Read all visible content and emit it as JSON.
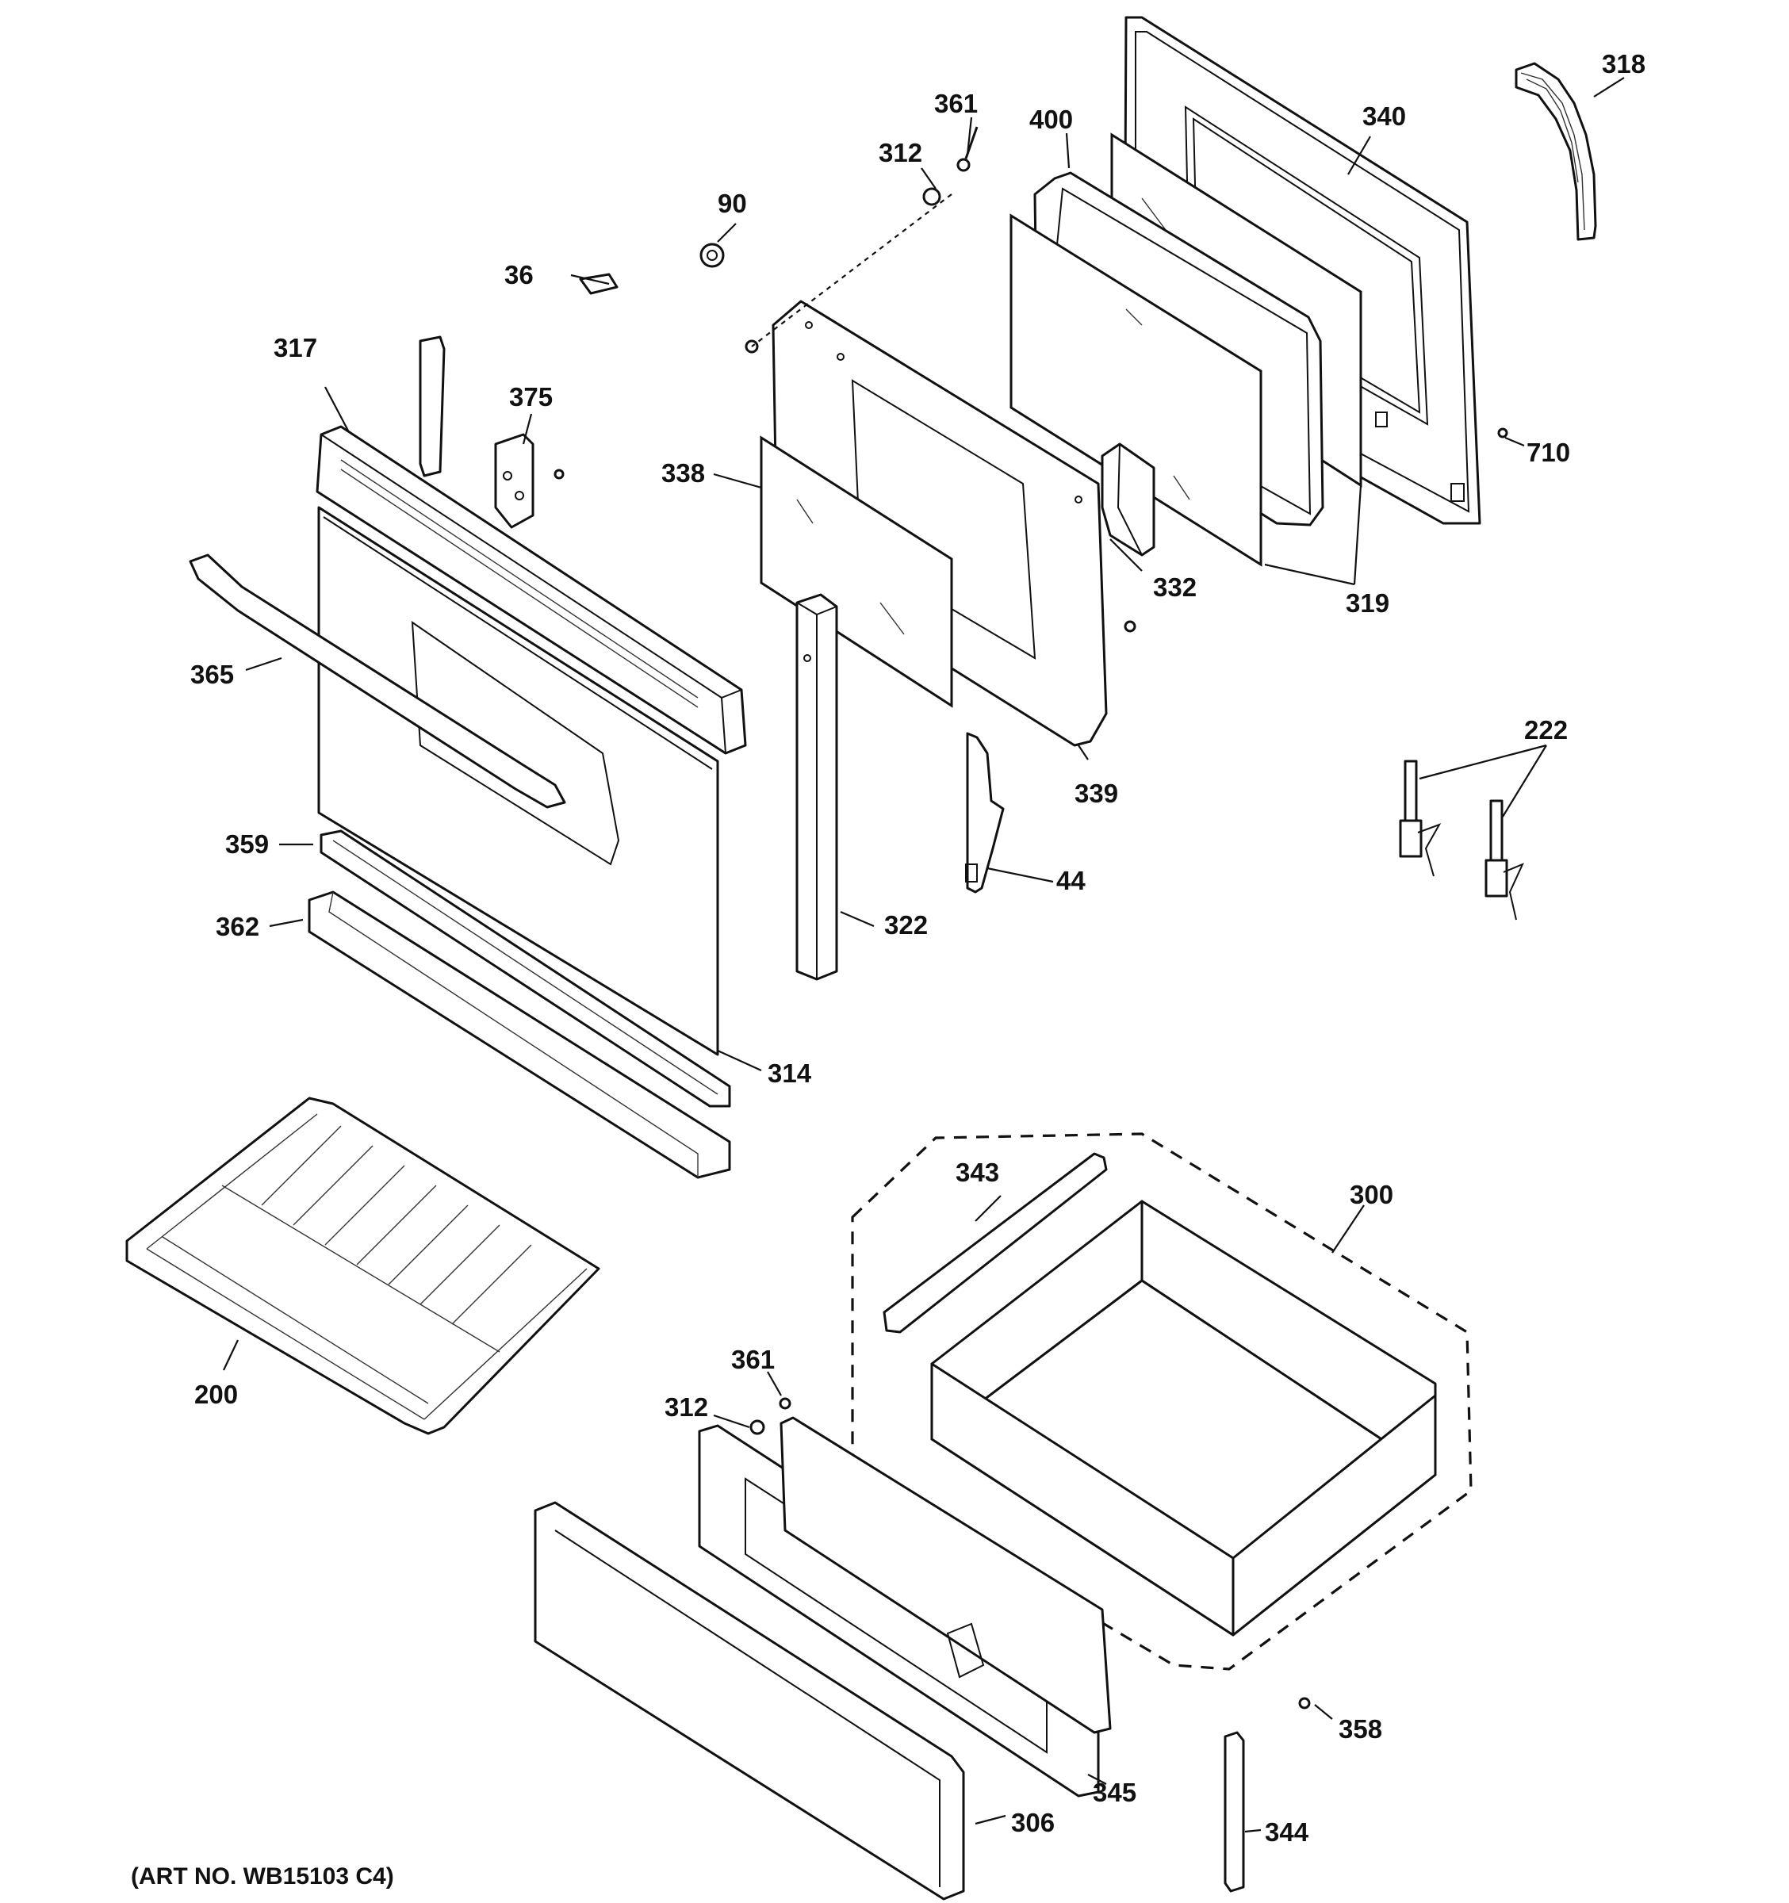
{
  "labels": {
    "p318": "318",
    "p361a": "361",
    "p400": "400",
    "p340": "340",
    "p312a": "312",
    "p90": "90",
    "p36": "36",
    "p317": "317",
    "p375": "375",
    "p710": "710",
    "p338": "338",
    "p332": "332",
    "p319": "319",
    "p365": "365",
    "p339": "339",
    "p222": "222",
    "p44": "44",
    "p359": "359",
    "p362": "362",
    "p322": "322",
    "p314": "314",
    "p343": "343",
    "p300": "300",
    "p200": "200",
    "p361b": "361",
    "p312b": "312",
    "p358": "358",
    "p345": "345",
    "p306": "306",
    "p344": "344"
  },
  "art_number": "(ART NO. WB15103 C4)"
}
